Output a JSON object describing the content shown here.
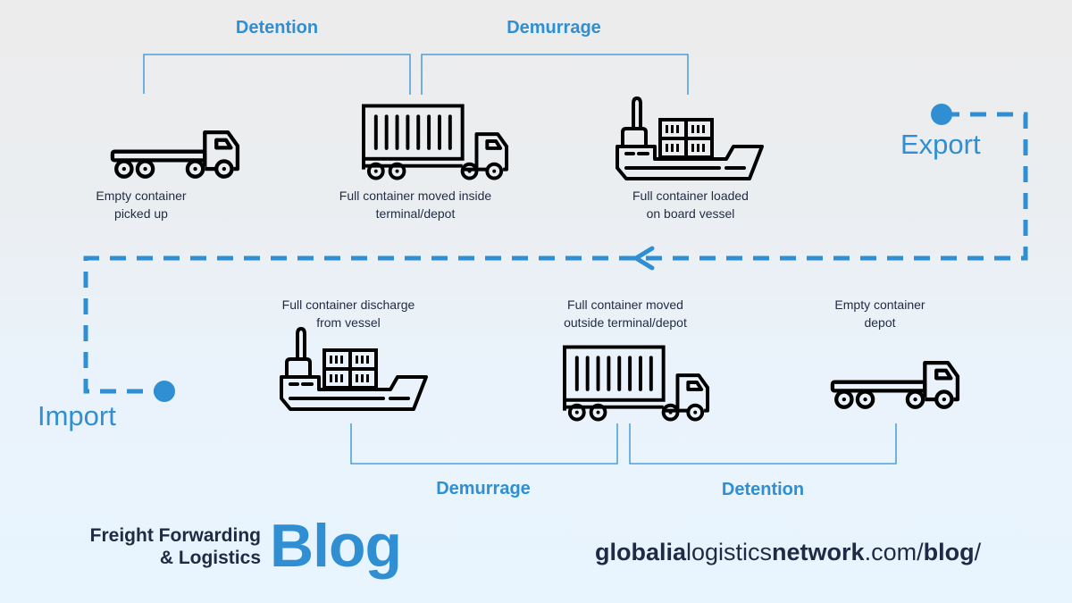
{
  "colors": {
    "accent": "#2f8fd2",
    "text": "#1f2a44",
    "icon": "#000000"
  },
  "export_flow": {
    "label": "Export",
    "periods": [
      {
        "label": "Detention"
      },
      {
        "label": "Demurrage"
      }
    ],
    "steps": [
      {
        "icon": "flatbed-truck-icon",
        "caption_line1": "Empty container",
        "caption_line2": "picked up"
      },
      {
        "icon": "container-truck-icon",
        "caption_line1": "Full container moved inside",
        "caption_line2": "terminal/depot"
      },
      {
        "icon": "cargo-ship-icon",
        "caption_line1": "Full container loaded",
        "caption_line2": "on board vessel"
      }
    ]
  },
  "import_flow": {
    "label": "Import",
    "periods": [
      {
        "label": "Demurrage"
      },
      {
        "label": "Detention"
      }
    ],
    "steps": [
      {
        "icon": "cargo-ship-icon",
        "caption_line1": "Full container discharge",
        "caption_line2": "from vessel"
      },
      {
        "icon": "container-truck-icon",
        "caption_line1": "Full container moved",
        "caption_line2": "outside terminal/depot"
      },
      {
        "icon": "flatbed-truck-icon",
        "caption_line1": "Empty container",
        "caption_line2": "depot"
      }
    ]
  },
  "footer": {
    "brand_line1": "Freight Forwarding",
    "brand_line2": "& Logistics",
    "brand_blog": "Blog",
    "url_parts": {
      "p1": "globalia",
      "p2": "logistics",
      "p3": "network",
      "p4": ".com/",
      "p5": "blog",
      "p6": "/"
    }
  }
}
